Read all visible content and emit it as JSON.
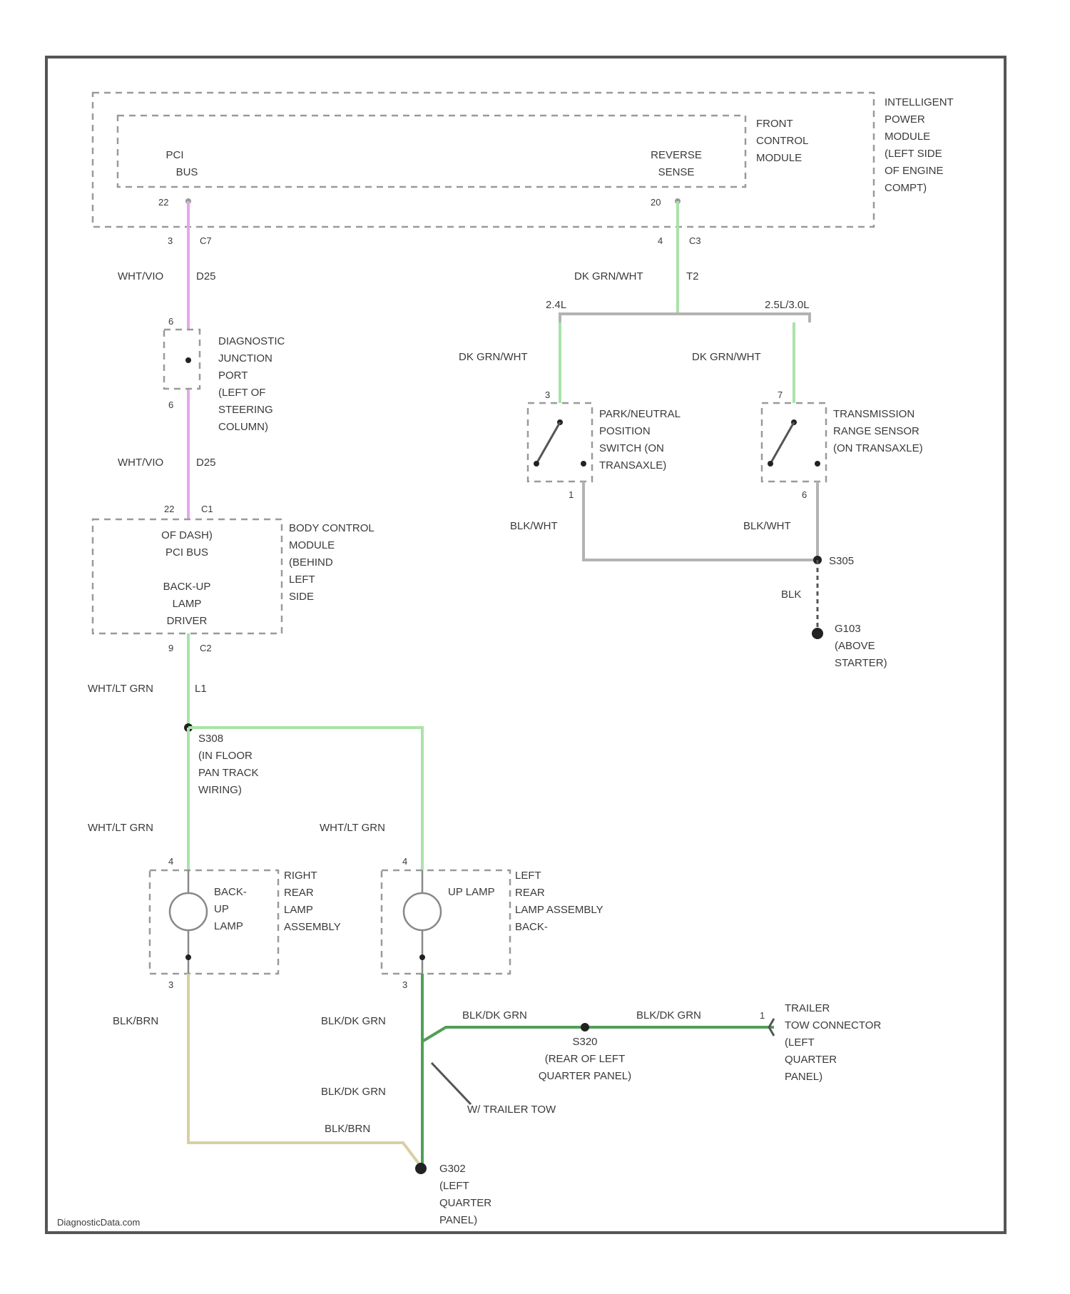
{
  "ipm": {
    "name": [
      "INTELLIGENT",
      "POWER",
      "MODULE",
      "(LEFT SIDE",
      "OF ENGINE",
      "COMPT)"
    ]
  },
  "pcm": {
    "name": [
      "FRONT",
      "CONTROL",
      "MODULE"
    ],
    "pci_bus": [
      "PCI",
      "BUS"
    ],
    "reverse_sense": [
      "REVERSE",
      "SENSE"
    ],
    "pin_left": "22",
    "pin_right": "20"
  },
  "wires": {
    "pci_top": {
      "pin": "3",
      "conn": "C7",
      "color": "WHT/VIO",
      "circuit": "D25"
    },
    "rev_top": {
      "pin": "4",
      "conn": "C3",
      "color": "DK GRN/WHT",
      "circuit": "T2"
    },
    "engine_left": "2.4L",
    "engine_right": "2.5L/3.0L",
    "dkgrn_left": "DK GRN/WHT",
    "dkgrn_right": "DK GRN/WHT",
    "pci_mid": {
      "color": "WHT/VIO",
      "circuit": "D25"
    },
    "blk_wht_left": "BLK/WHT",
    "blk_wht_right": "BLK/WHT",
    "blk": "BLK",
    "bcm_out": {
      "pin": "9",
      "conn": "C2"
    },
    "wht_ltgrn_top": {
      "color": "WHT/LT GRN",
      "circuit": "L1"
    },
    "wht_ltgrn_right_lamp": "WHT/LT GRN",
    "wht_ltgrn_left_lamp": "WHT/LT GRN",
    "blk_brn_right": "BLK/BRN",
    "blk_dkgrn_a": "BLK/DK GRN",
    "blk_dkgrn_b": "BLK/DK GRN",
    "blk_dkgrn_c": "BLK/DK GRN",
    "blk_dkgrn_d": "BLK/DK GRN",
    "blk_brn_bottom": "BLK/BRN"
  },
  "djp": {
    "name": [
      "DIAGNOSTIC",
      "JUNCTION",
      "PORT",
      "(LEFT OF",
      "STEERING",
      "COLUMN)"
    ],
    "pin_top": "6",
    "pin_bottom": "6"
  },
  "bcm": {
    "name": [
      "BODY CONTROL",
      "MODULE",
      "(BEHIND",
      "LEFT",
      "SIDE"
    ],
    "in_pin": "22",
    "in_conn": "C1",
    "inner": [
      "OF DASH)",
      "PCI BUS",
      "",
      "BACK-UP",
      "LAMP",
      "DRIVER"
    ]
  },
  "pnp": {
    "name": [
      "PARK/NEUTRAL",
      "POSITION",
      "SWITCH (ON",
      "TRANSAXLE)"
    ],
    "pin_top": "3",
    "pin_bottom": "1"
  },
  "trs": {
    "name": [
      "TRANSMISSION",
      "RANGE SENSOR",
      "(ON TRANSAXLE)"
    ],
    "pin_top": "7",
    "pin_bottom": "6"
  },
  "splices": {
    "s305": "S305",
    "g103": [
      "G103",
      "(ABOVE",
      "STARTER)"
    ],
    "s308": [
      "S308",
      "(IN FLOOR",
      "PAN TRACK",
      "WIRING)"
    ],
    "s320": [
      "S320",
      "(REAR OF LEFT",
      "QUARTER PANEL)"
    ],
    "g302": [
      "G302",
      "(LEFT",
      "QUARTER",
      "PANEL)"
    ],
    "trailer_tow": "W/ TRAILER TOW"
  },
  "right_lamp": {
    "name": [
      "RIGHT",
      "REAR",
      "LAMP",
      "ASSEMBLY"
    ],
    "inner": [
      "BACK-",
      "UP",
      "LAMP"
    ],
    "pin_top": "4",
    "pin_bottom": "3"
  },
  "left_lamp": {
    "name": [
      "LEFT",
      "REAR",
      "LAMP ASSEMBLY",
      "BACK-"
    ],
    "inner": [
      "UP LAMP"
    ],
    "pin_top": "4",
    "pin_bottom": "3"
  },
  "trailer": {
    "name": [
      "TRAILER",
      "TOW CONNECTOR",
      "(LEFT",
      "QUARTER",
      "PANEL)"
    ],
    "pin": "1"
  },
  "footer": "DiagnosticData.com"
}
